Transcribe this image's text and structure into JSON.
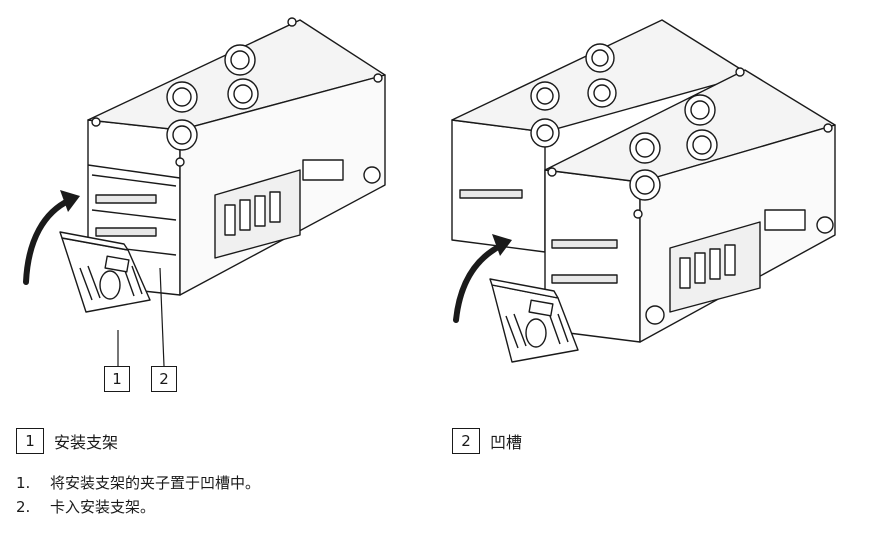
{
  "callouts": {
    "c1": "1",
    "c2": "2"
  },
  "legend": [
    {
      "number": "1",
      "text": "安装支架"
    },
    {
      "number": "2",
      "text": "凹槽"
    }
  ],
  "steps": [
    {
      "number": "1.",
      "text": "将安装支架的夹子置于凹槽中。"
    },
    {
      "number": "2.",
      "text": "卡入安装支架。"
    }
  ]
}
